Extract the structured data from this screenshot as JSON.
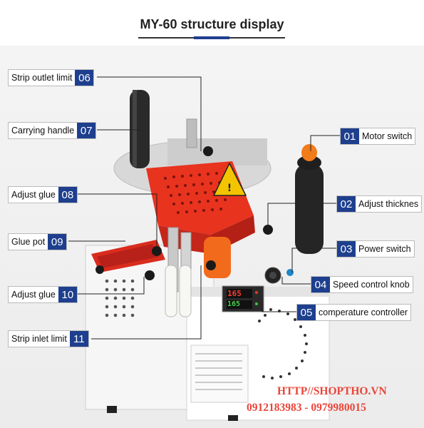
{
  "title": "MY-60 structure display",
  "callouts": {
    "strip_outlet_limit": {
      "label": "Strip outlet limit",
      "num": "06"
    },
    "carrying_handle": {
      "label": "Carrying handle",
      "num": "07"
    },
    "adjust_glue_top": {
      "label": "Adjust glue",
      "num": "08"
    },
    "glue_pot": {
      "label": "Glue pot",
      "num": "09"
    },
    "adjust_glue_bottom": {
      "label": "Adjust glue",
      "num": "10"
    },
    "strip_inlet_limit": {
      "label": "Strip inlet limit",
      "num": "11"
    },
    "motor_switch": {
      "label": "Motor switch",
      "num": "01"
    },
    "adjust_thickness": {
      "label": "Adjust thicknes",
      "num": "02"
    },
    "power_switch": {
      "label": "Power switch",
      "num": "03"
    },
    "speed_control_knob": {
      "label": "Speed control knob",
      "num": "04"
    },
    "temperature_controller": {
      "label": "comperature controller",
      "num": "05"
    }
  },
  "watermark": {
    "line1": "HTTP//SHOPTHO.VN",
    "line2": "0912183983 - 0979980015"
  },
  "display": {
    "value_top": "165",
    "value_bottom": "165"
  },
  "colors": {
    "accent_blue": "#1e3f8e",
    "machine_red": "#e8331e",
    "watermark_red": "#e9453a"
  }
}
